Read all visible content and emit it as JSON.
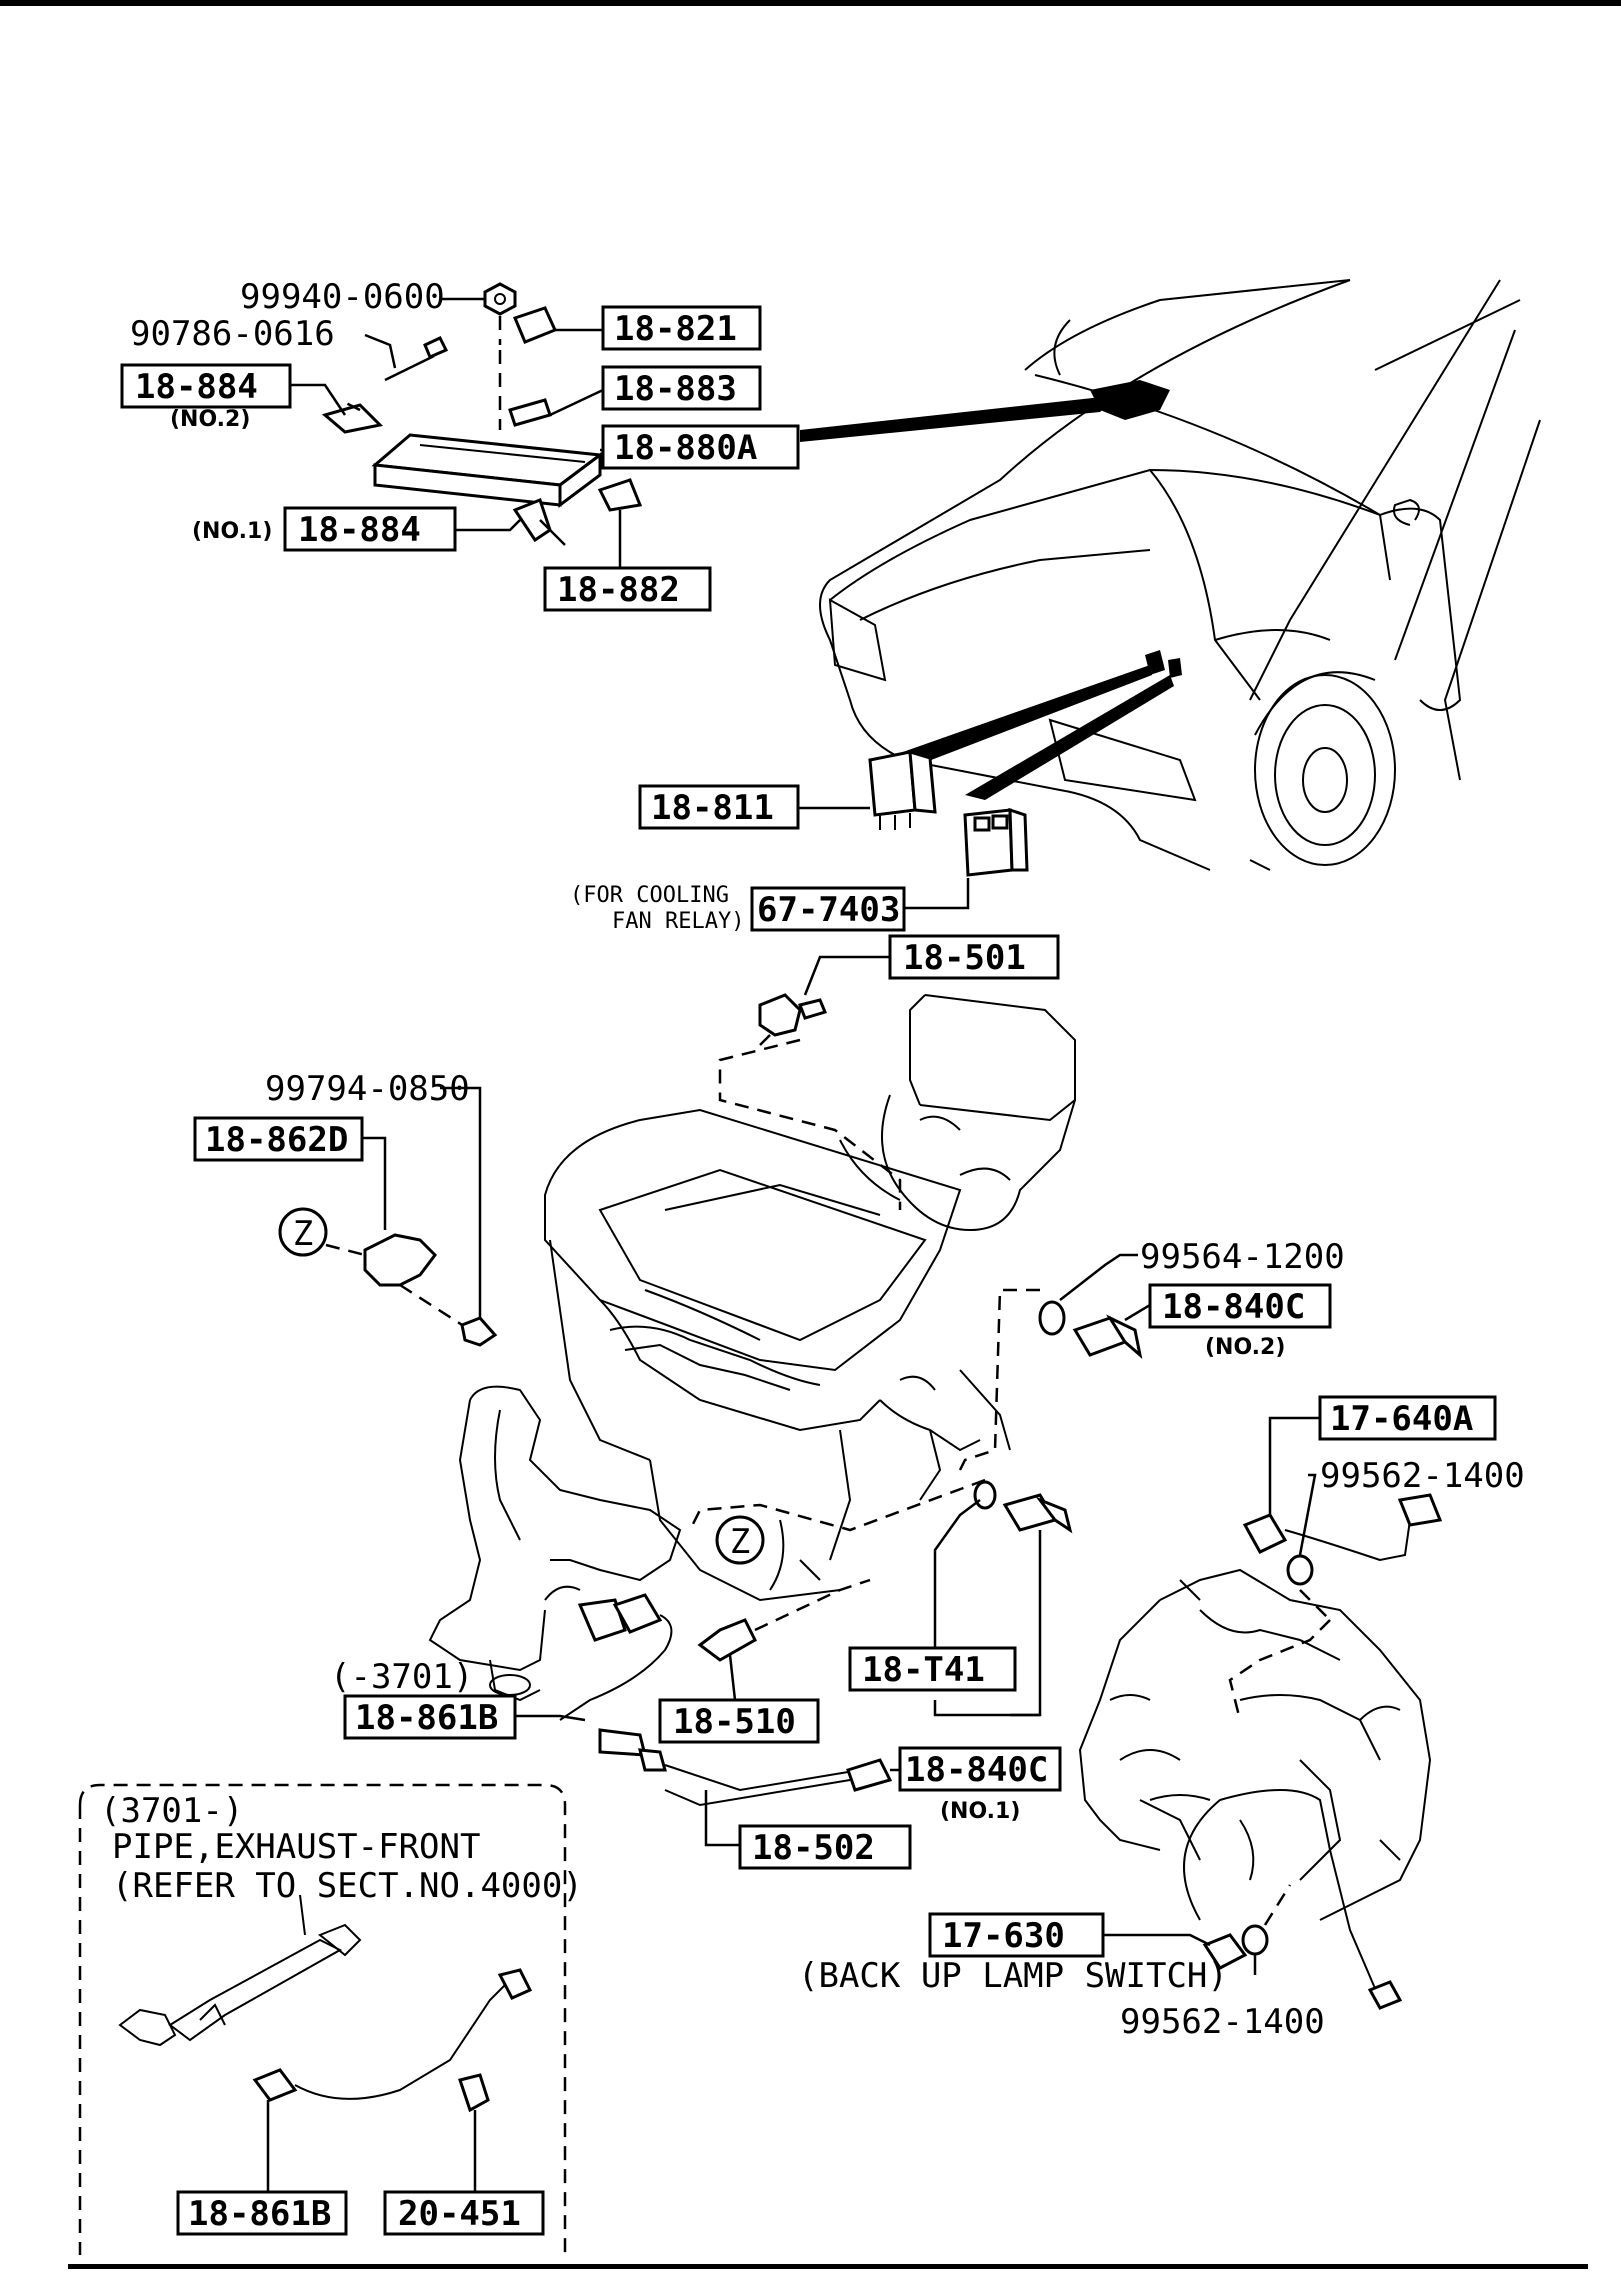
{
  "labels": {
    "p18_821": "18-821",
    "p18_884_no2": "18-884",
    "p18_883": "18-883",
    "p18_880a": "18-880A",
    "p18_884_no1": "18-884",
    "p18_882": "18-882",
    "p18_811": "18-811",
    "p67_7403": "67-7403",
    "p18_501": "18-501",
    "p18_862d": "18-862D",
    "p18_840c_no2": "18-840C",
    "p17_640a": "17-640A",
    "p18_t41": "18-T41",
    "p18_861b": "18-861B",
    "p18_510": "18-510",
    "p18_840c_no1": "18-840C",
    "p18_502": "18-502",
    "p17_630": "17-630",
    "p18_861b_inset": "18-861B",
    "p20_451": "20-451"
  },
  "part_numbers": {
    "n99940_0600": "99940-0600",
    "n90786_0616": "90786-0616",
    "n99794_0850": "99794-0850",
    "n99564_1200": "99564-1200",
    "n99562_1400_a": "99562-1400",
    "n99562_1400_b": "99562-1400"
  },
  "notes": {
    "no2_a": "(NO.2)",
    "no1_a": "(NO.1)",
    "cooling_line1": "(FOR COOLING",
    "cooling_line2": "FAN RELAY)",
    "no2_b": "(NO.2)",
    "no1_b": "(NO.1)",
    "serial_upto": "(-3701)",
    "backup_lamp": "(BACK UP LAMP SWITCH)",
    "inset_serial": "(3701-)",
    "inset_line1": "PIPE,EXHAUST-FRONT",
    "inset_line2": "(REFER TO SECT.NO.4000)"
  },
  "icons": {
    "ref_z_a": "Z",
    "ref_z_b": "Z"
  }
}
